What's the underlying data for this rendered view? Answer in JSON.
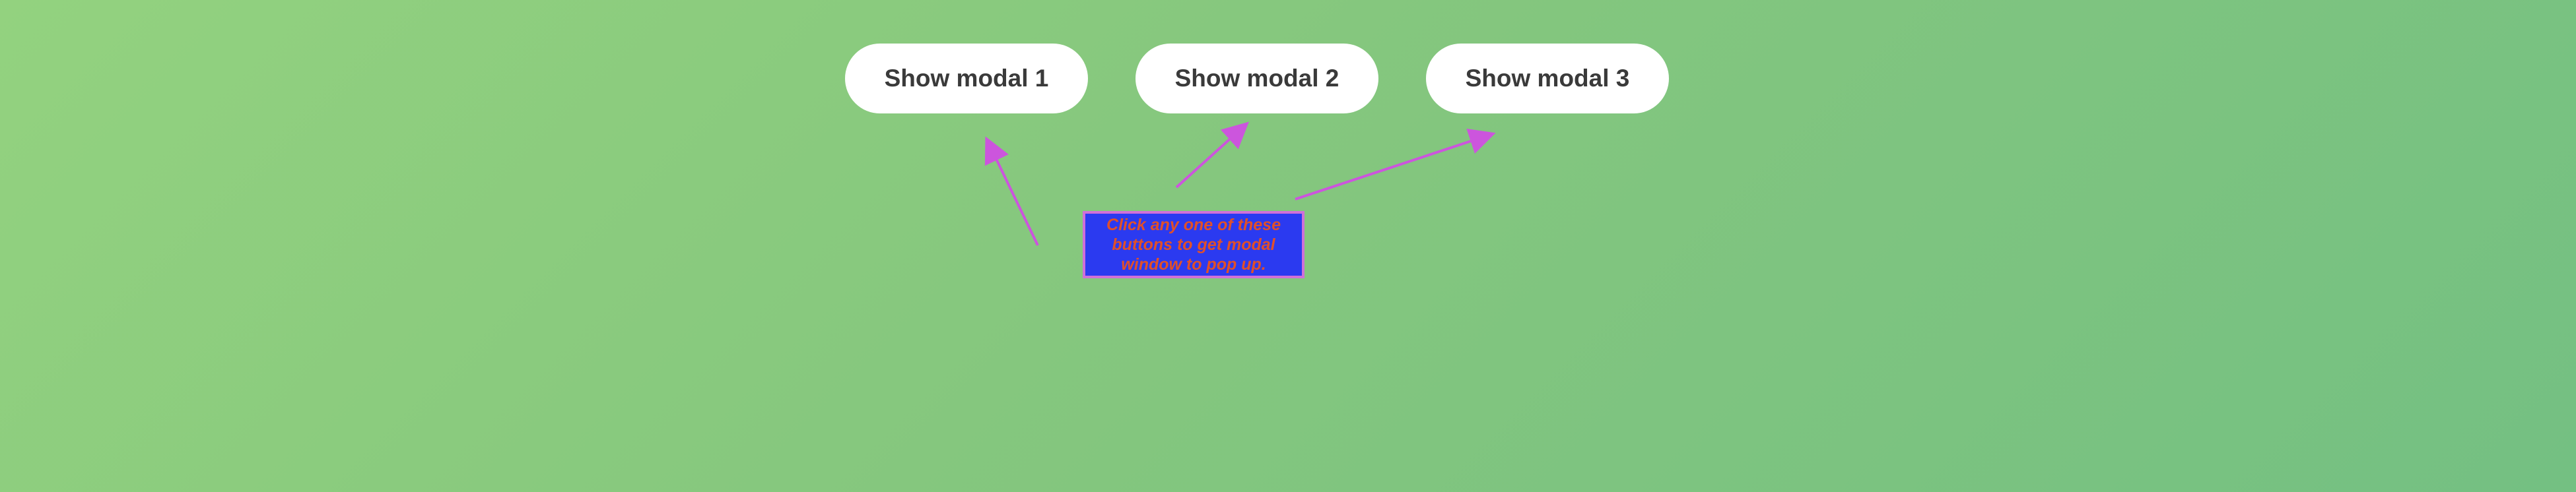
{
  "buttons": [
    {
      "label": "Show modal 1"
    },
    {
      "label": "Show modal 2"
    },
    {
      "label": "Show modal 3"
    }
  ],
  "hint": {
    "text": "Click any one of these buttons to get modal window to pop up."
  },
  "colors": {
    "background_start": "#93d27f",
    "background_end": "#74c082",
    "button_bg": "#ffffff",
    "button_text": "#3a3a3a",
    "arrow": "#cc55dd",
    "hint_bg": "#2b3af0",
    "hint_border": "#d070d8",
    "hint_text": "#e0502a"
  }
}
